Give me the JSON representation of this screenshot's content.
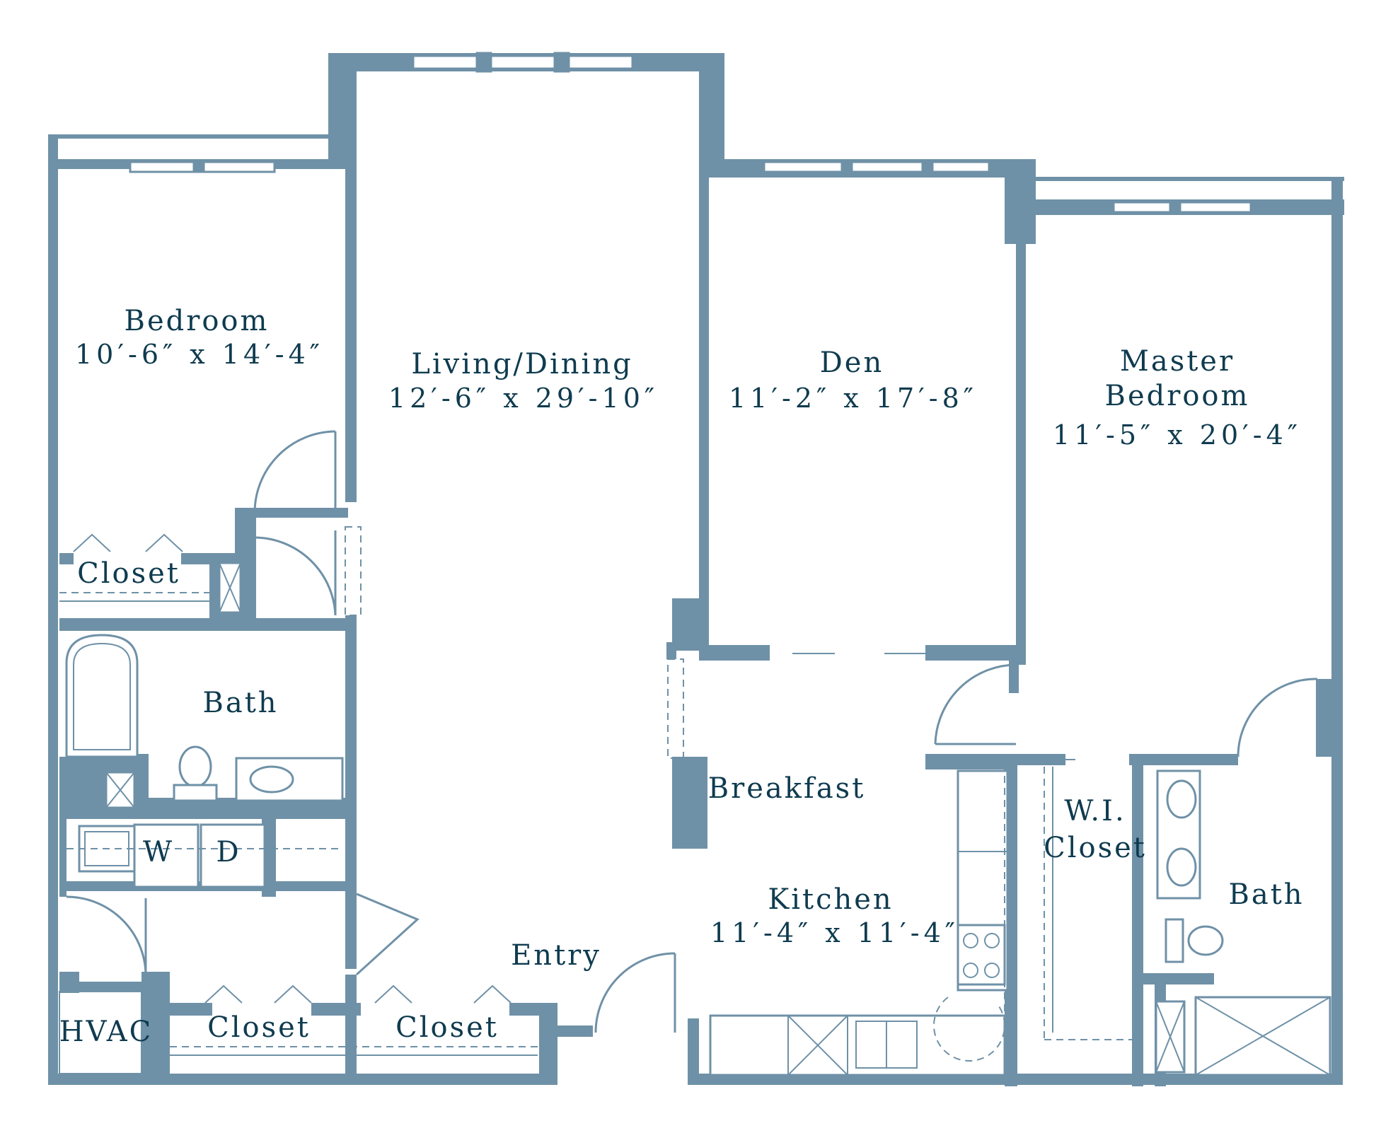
{
  "colors": {
    "wall": "#6f91a7",
    "text": "#0f3b4f",
    "background": "#ffffff"
  },
  "rooms": {
    "bedroom": {
      "name": "Bedroom",
      "dims": "10′-6″ x 14′-4″"
    },
    "living": {
      "name": "Living/Dining",
      "dims": "12′-6″ x 29′-10″"
    },
    "den": {
      "name": "Den",
      "dims": "11′-2″ x 17′-8″"
    },
    "master": {
      "name_line1": "Master",
      "name_line2": "Bedroom",
      "dims": "11′-5″ x 20′-4″"
    },
    "bedroom_closet": "Closet",
    "bath_left": "Bath",
    "washer": "W",
    "dryer": "D",
    "breakfast": "Breakfast",
    "wi_closet_line1": "W.I.",
    "wi_closet_line2": "Closet",
    "kitchen": {
      "name": "Kitchen",
      "dims": "11′-4″ x 11′-4″"
    },
    "bath_right": "Bath",
    "entry": "Entry",
    "hvac": "HVAC",
    "hall_closet_1": "Closet",
    "hall_closet_2": "Closet"
  }
}
